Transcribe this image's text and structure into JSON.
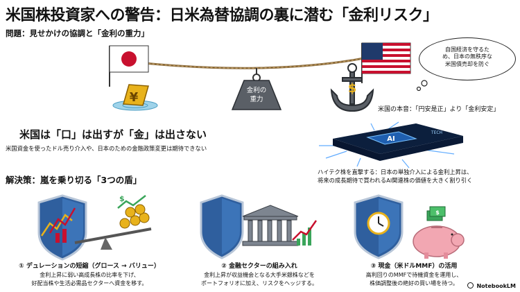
{
  "title": "米国株投資家への警告：日米為替協調の裏に潜む「金利リスク」",
  "problem": {
    "heading": "問題：見せかけの協調と「金利の重力」",
    "weight_label": [
      "金利の",
      "重力"
    ],
    "yen_symbol": "¥",
    "dollar_symbol": "$",
    "bubble_lines": [
      "自国経済を守るた",
      "め、日本の無秩序な",
      "米国債売却を防ぐ"
    ],
    "us_intent": "米国の本音：「円安是正」より「金利安定」"
  },
  "us_policy": {
    "heading": "米国は「口」は出すが「金」は出さない",
    "sub": "米国資金を使ったドル売り介入や、日本のための金融政策変更は期待できない"
  },
  "hightech": {
    "chip_label": "AI",
    "chip_tag": "TECH",
    "line1": "ハイテク株を直撃する：日本の単独介入による金利上昇は、",
    "line2": "将来の成長期待で買われるAI関連株の価値を大きく割り引く"
  },
  "solution": {
    "heading": "解決策：嵐を乗り切る「3つの盾」",
    "shields": [
      {
        "title": "① デュレーションの短縮（グロース → バリュー）",
        "desc1": "金利上昇に弱い高成長株の比率を下げ、",
        "desc2": "好配当株や生活必需品セクターへ資金を移す。"
      },
      {
        "title": "② 金融セクターの組み入れ",
        "desc1": "金利上昇が収益機会となる大手米銀株などを",
        "desc2": "ポートフォリオに加え、リスクをヘッジする。"
      },
      {
        "title": "③ 現金（米ドルMMF）の活用",
        "desc1": "高利回りのMMFで待機資金を運用し、",
        "desc2": "株価調整後の絶好の買い場を待つ。"
      }
    ]
  },
  "logo": "NotebookLM",
  "colors": {
    "shield_blue": "#2f5f9e",
    "gold": "#e8b21c",
    "red": "#c8102e",
    "navy": "#1f3a6b",
    "weight_gray": "#5a5f66",
    "chip_blue": "#1f5fb0",
    "green": "#3aa55a",
    "pink": "#f2a7b2"
  }
}
